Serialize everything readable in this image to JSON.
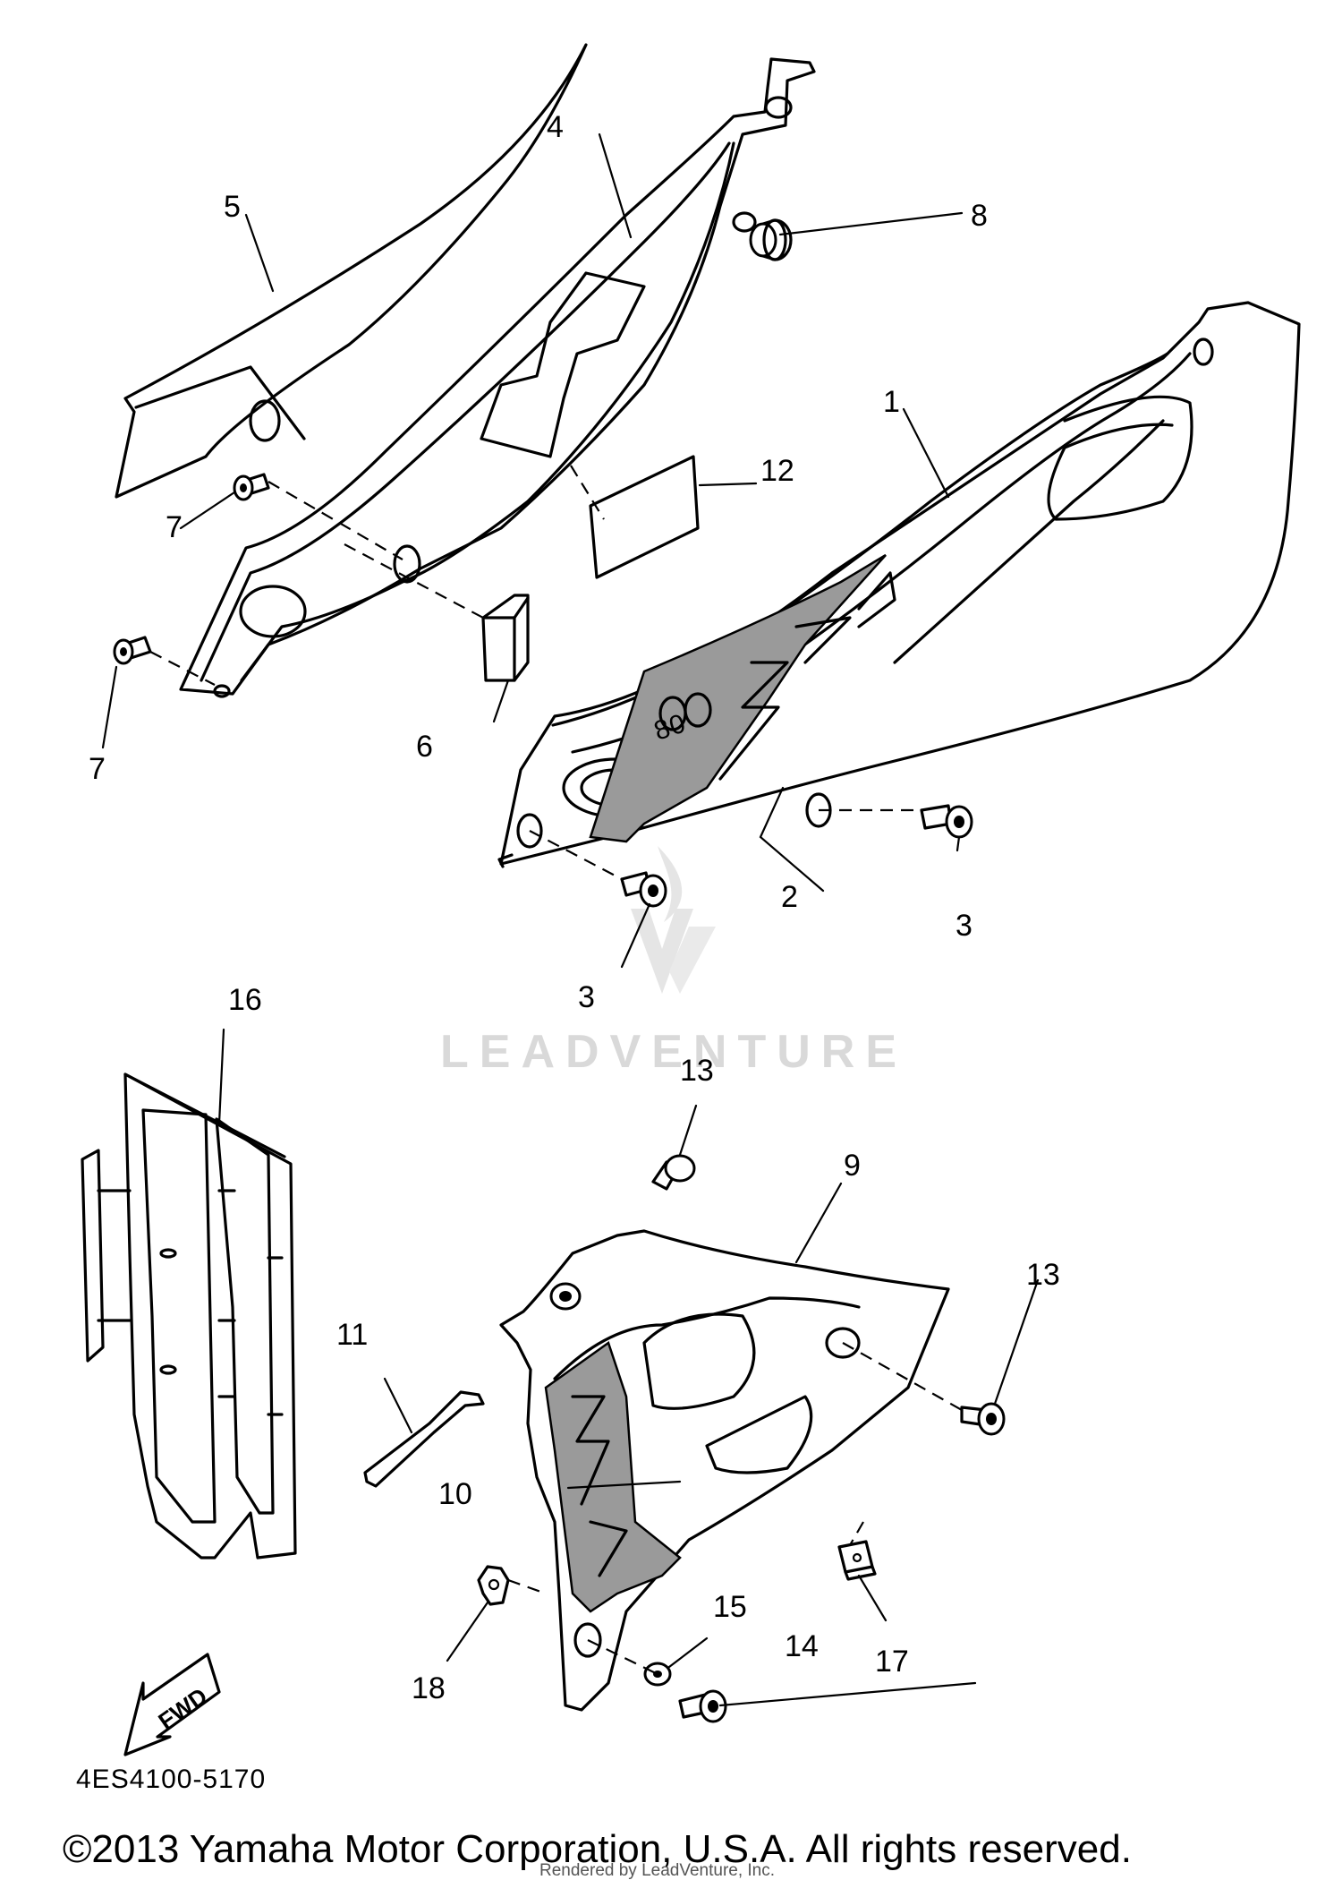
{
  "diagram": {
    "part_numbers": [
      "1",
      "2",
      "3",
      "3",
      "4",
      "5",
      "6",
      "7",
      "7",
      "8",
      "9",
      "10",
      "11",
      "12",
      "13",
      "13",
      "14",
      "15",
      "16",
      "17",
      "18"
    ],
    "diagram_code": "4ES4100-5170",
    "direction_label": "FWD",
    "decal_text": "80",
    "watermark": "LEADVENTURE",
    "copyright": "©2013 Yamaha Motor Corporation, U.S.A. All rights reserved.",
    "rendered_by": "Rendered by LeadVenture, Inc."
  }
}
